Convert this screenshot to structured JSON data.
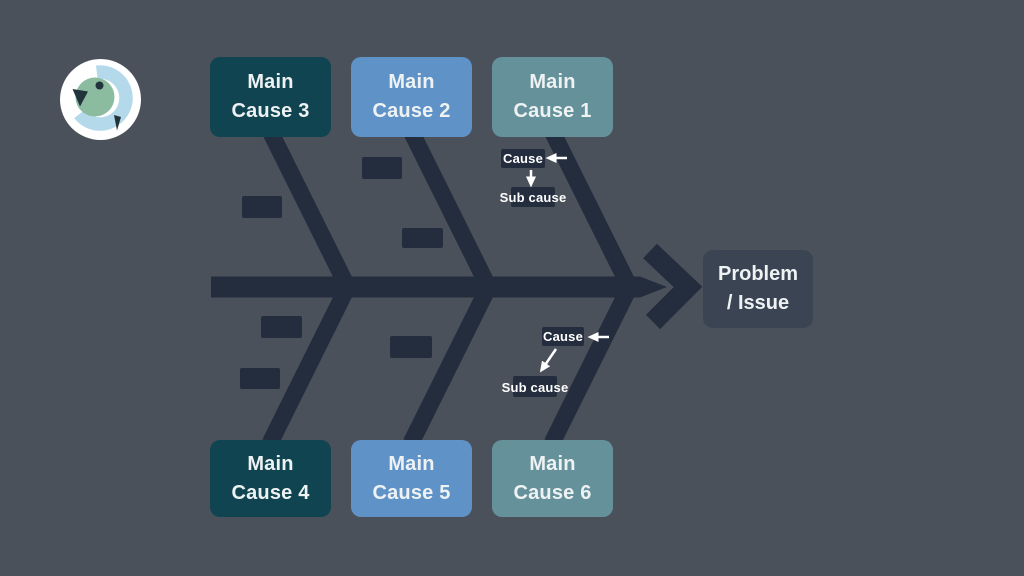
{
  "colors": {
    "background": "#4a515a",
    "bone": "#242d3e",
    "problem_box": "#3b4453",
    "box_text": "#eef2f3",
    "label_text": "#ffffff",
    "arrow": "#ffffff",
    "box_teal": "#0f4450",
    "box_blue": "#5f93c7",
    "box_sage": "#65919b",
    "logo_white": "#ffffff",
    "logo_blue": "#b4d9eb",
    "logo_green": "#8cbc9f",
    "logo_dark": "#22333c"
  },
  "diagram": {
    "type": "fishbone",
    "problem": {
      "lines": [
        "Problem",
        "/ Issue"
      ]
    },
    "main_causes": [
      {
        "id": 1,
        "label": "Main Cause 1",
        "lines": [
          "Main",
          "Cause 1"
        ],
        "position": "top-right",
        "color": "#65919b"
      },
      {
        "id": 2,
        "label": "Main Cause 2",
        "lines": [
          "Main",
          "Cause 2"
        ],
        "position": "top-middle",
        "color": "#5f93c7"
      },
      {
        "id": 3,
        "label": "Main Cause 3",
        "lines": [
          "Main",
          "Cause 3"
        ],
        "position": "top-left",
        "color": "#0f4450"
      },
      {
        "id": 4,
        "label": "Main Cause 4",
        "lines": [
          "Main",
          "Cause 4"
        ],
        "position": "bottom-left",
        "color": "#0f4450"
      },
      {
        "id": 5,
        "label": "Main Cause 5",
        "lines": [
          "Main",
          "Cause 5"
        ],
        "position": "bottom-middle",
        "color": "#5f93c7"
      },
      {
        "id": 6,
        "label": "Main Cause 6",
        "lines": [
          "Main",
          "Cause 6"
        ],
        "position": "bottom-right",
        "color": "#65919b"
      }
    ],
    "annotations": {
      "top": {
        "cause": "Cause",
        "sub_cause": "Sub cause"
      },
      "bottom": {
        "cause": "Cause",
        "sub_cause": "Sub cause"
      }
    }
  },
  "logo": {
    "name": "bird-logo"
  }
}
